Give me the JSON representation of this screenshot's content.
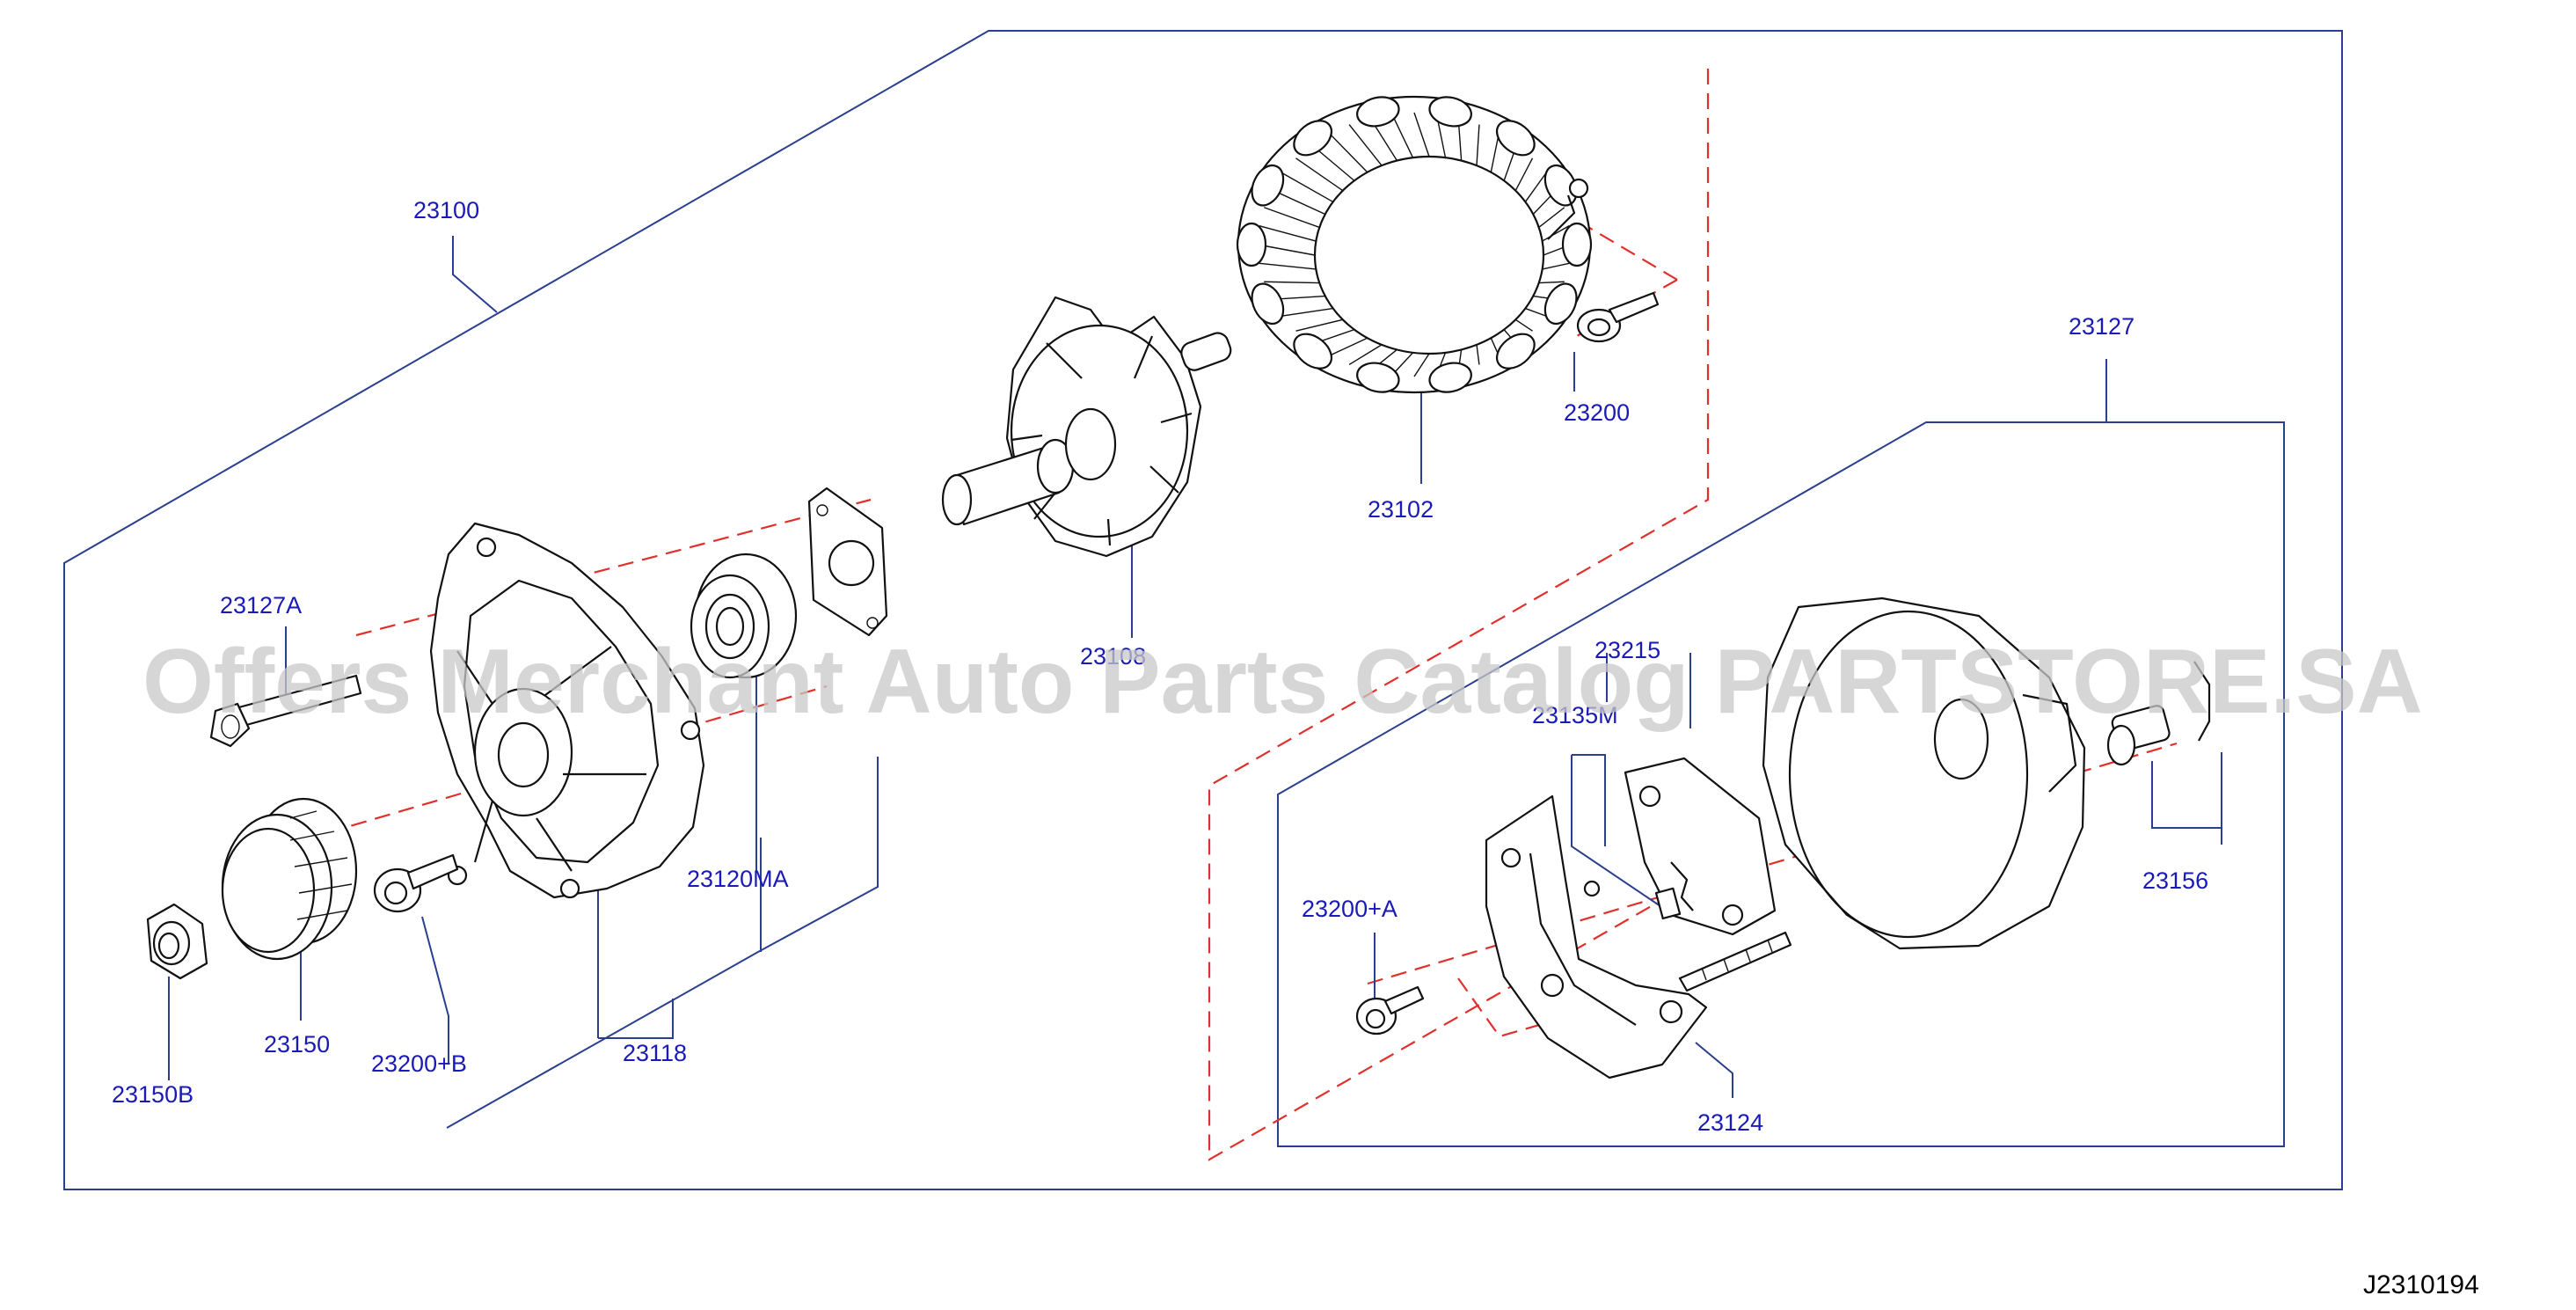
{
  "diagram": {
    "code": "J2310194",
    "watermark": "Offers Merchant Auto Parts Catalog PARTSTORE.SA",
    "labels": {
      "p23100": "23100",
      "p23127": "23127",
      "p23127a": "23127A",
      "p23150": "23150",
      "p23150b": "23150B",
      "p23200b": "23200+B",
      "p23118": "23118",
      "p23120ma": "23120MA",
      "p23108": "23108",
      "p23102": "23102",
      "p23200": "23200",
      "p23215": "23215",
      "p23135m": "23135M",
      "p23200a": "23200+A",
      "p23124": "23124",
      "p23156": "23156"
    }
  }
}
